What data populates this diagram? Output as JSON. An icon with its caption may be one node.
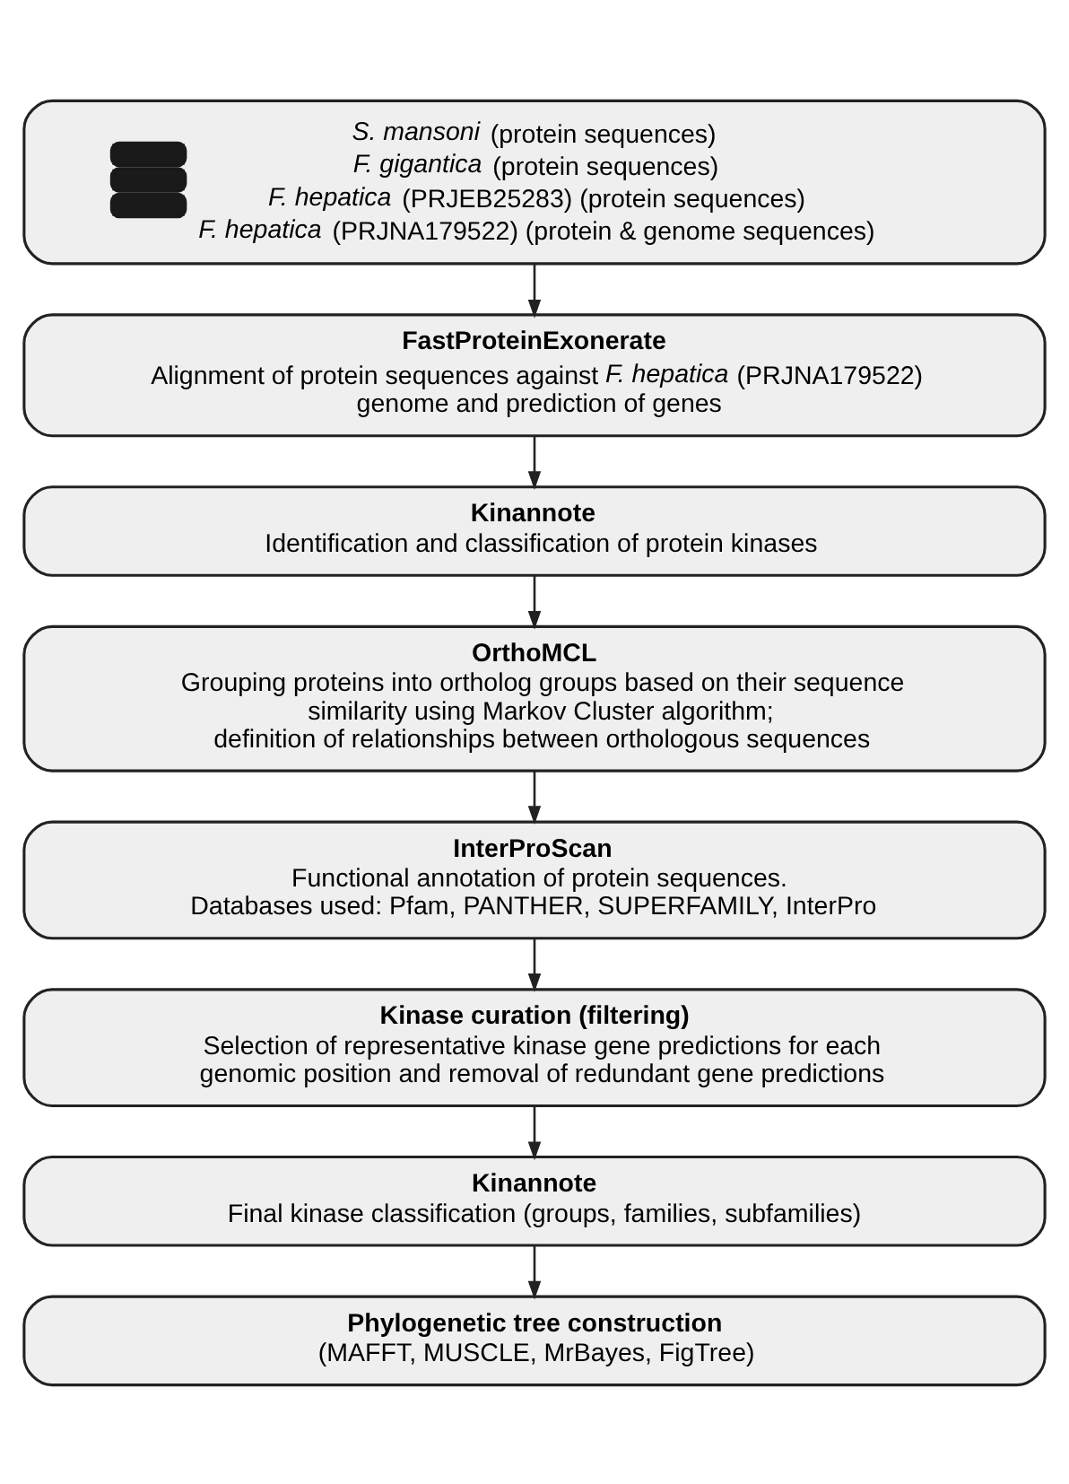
{
  "diagram": {
    "nodes": [
      {
        "text": [
          "*S. mansoni* (protein sequences)",
          "*F. gigantica* (protein sequences)",
          "*F. hepatica* (PRJEB25283) (protein sequences)",
          "*F. hepatica* (PRJNA179522) (protein & genome sequences)"
        ]
      },
      {
        "text": [
          "FastProteinExonerate",
          "Alignment of protein sequences against *F. hepatica* (PRJNA179522) genome and prediction of genes"
        ]
      },
      {
        "text": [
          "Kinannote",
          "Identification and classification of protein kinases"
        ]
      },
      {
        "text": [
          "OrthoMCL",
          "Grouping proteins into ortholog groups based on their sequence similarity using Markov Cluster algorithm; definition of relationships between orthologous sequences"
        ]
      },
      {
        "text": [
          "InterProScan",
          "Functional annotation of protein sequences.",
          "Databases used: Pfam, PANTHER, SUPERFAMILY, InterPro"
        ]
      },
      {
        "text": [
          "Kinase curation (filtering)",
          "Selection of representative kinase gene predictions for each genomic position and removal of redundant gene predictions"
        ]
      },
      {
        "text": [
          "Kinannote",
          "Final kinase classification (groups, families, subfamilies)"
        ]
      },
      {
        "text": [
          "Phylogenetic tree construction",
          "(MAFFT, MUSCLE, MrBayes, FigTree)"
        ]
      }
    ],
    "edges": [
      {
        "from": 0,
        "to": 1,
        "arrow": "to"
      },
      {
        "from": 1,
        "to": 2,
        "arrow": "to"
      },
      {
        "from": 2,
        "to": 3,
        "arrow": "to"
      },
      {
        "from": 3,
        "to": 4,
        "arrow": "to"
      },
      {
        "from": 4,
        "to": 5,
        "arrow": "to"
      },
      {
        "from": 5,
        "to": 6,
        "arrow": "to"
      },
      {
        "from": 6,
        "to": 7,
        "arrow": "to"
      }
    ]
  }
}
